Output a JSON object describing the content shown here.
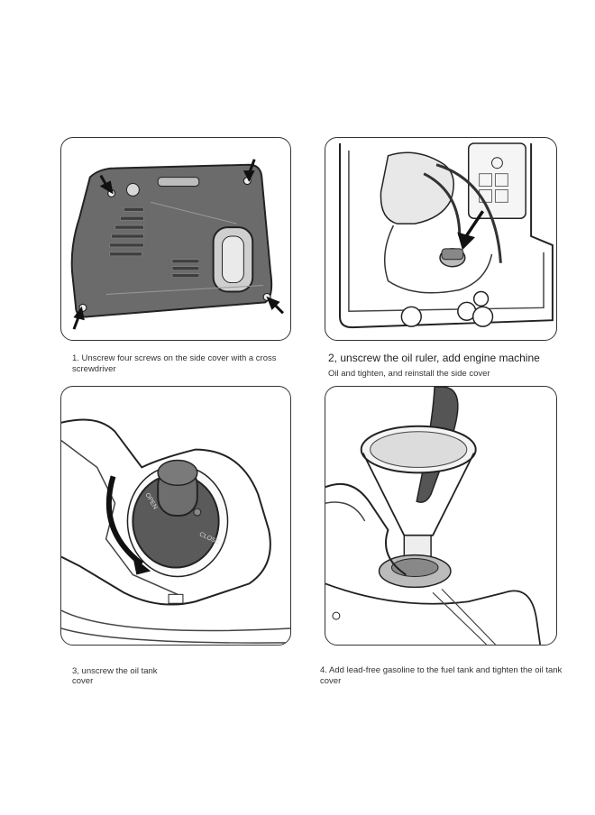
{
  "steps": [
    {
      "caption": "1. Unscrew four screws on the side cover with a cross screwdriver"
    },
    {
      "caption": "2, unscrew the oil ruler, add engine machine",
      "subcaption": "Oil and tighten, and reinstall the side cover"
    },
    {
      "caption_line1": "3, unscrew the oil tank",
      "caption_line2": "cover",
      "cap_label_top": "OPEN",
      "cap_label_side": "CLOSE"
    },
    {
      "caption": "4. Add lead-free gasoline to the fuel tank and tighten the oil tank cover"
    }
  ],
  "colors": {
    "cover_gray": "#6b6b6b",
    "cap_gray": "#5a5a5a",
    "line": "#222222",
    "hose_gray": "#555555"
  }
}
